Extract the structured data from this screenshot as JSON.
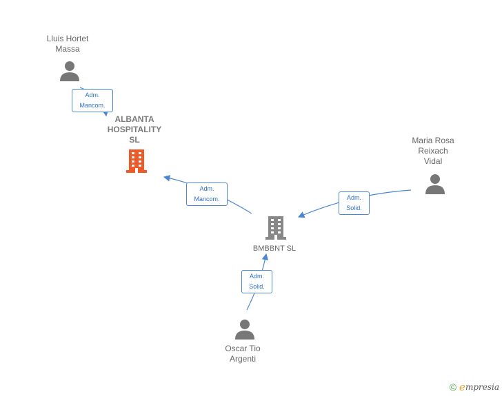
{
  "nodes": {
    "lluis": {
      "label": "Lluis Hortet\nMassa",
      "icon": "person-icon"
    },
    "albanta": {
      "label": "ALBANTA\nHOSPITALITY\nSL",
      "icon": "building-icon",
      "color": "#f05a28"
    },
    "maria": {
      "label": "Maria Rosa\nReixach\nVidal",
      "icon": "person-icon"
    },
    "bmbbnt": {
      "label": "BMBBNT  SL",
      "icon": "building-icon",
      "color": "#888888"
    },
    "oscar": {
      "label": "Oscar Tio\nArgenti",
      "icon": "person-icon"
    }
  },
  "edges": {
    "lluis_albanta": "Adm.\nMancom.",
    "bmbbnt_albanta": "Adm.\nMancom.",
    "maria_bmbbnt": "Adm.\nSolid.",
    "oscar_bmbbnt": "Adm.\nSolid."
  },
  "colors": {
    "edge": "#4a86d4",
    "person": "#777777"
  },
  "footer": {
    "copyright": "©",
    "brand_e": "e",
    "brand_rest": "mpresia"
  }
}
